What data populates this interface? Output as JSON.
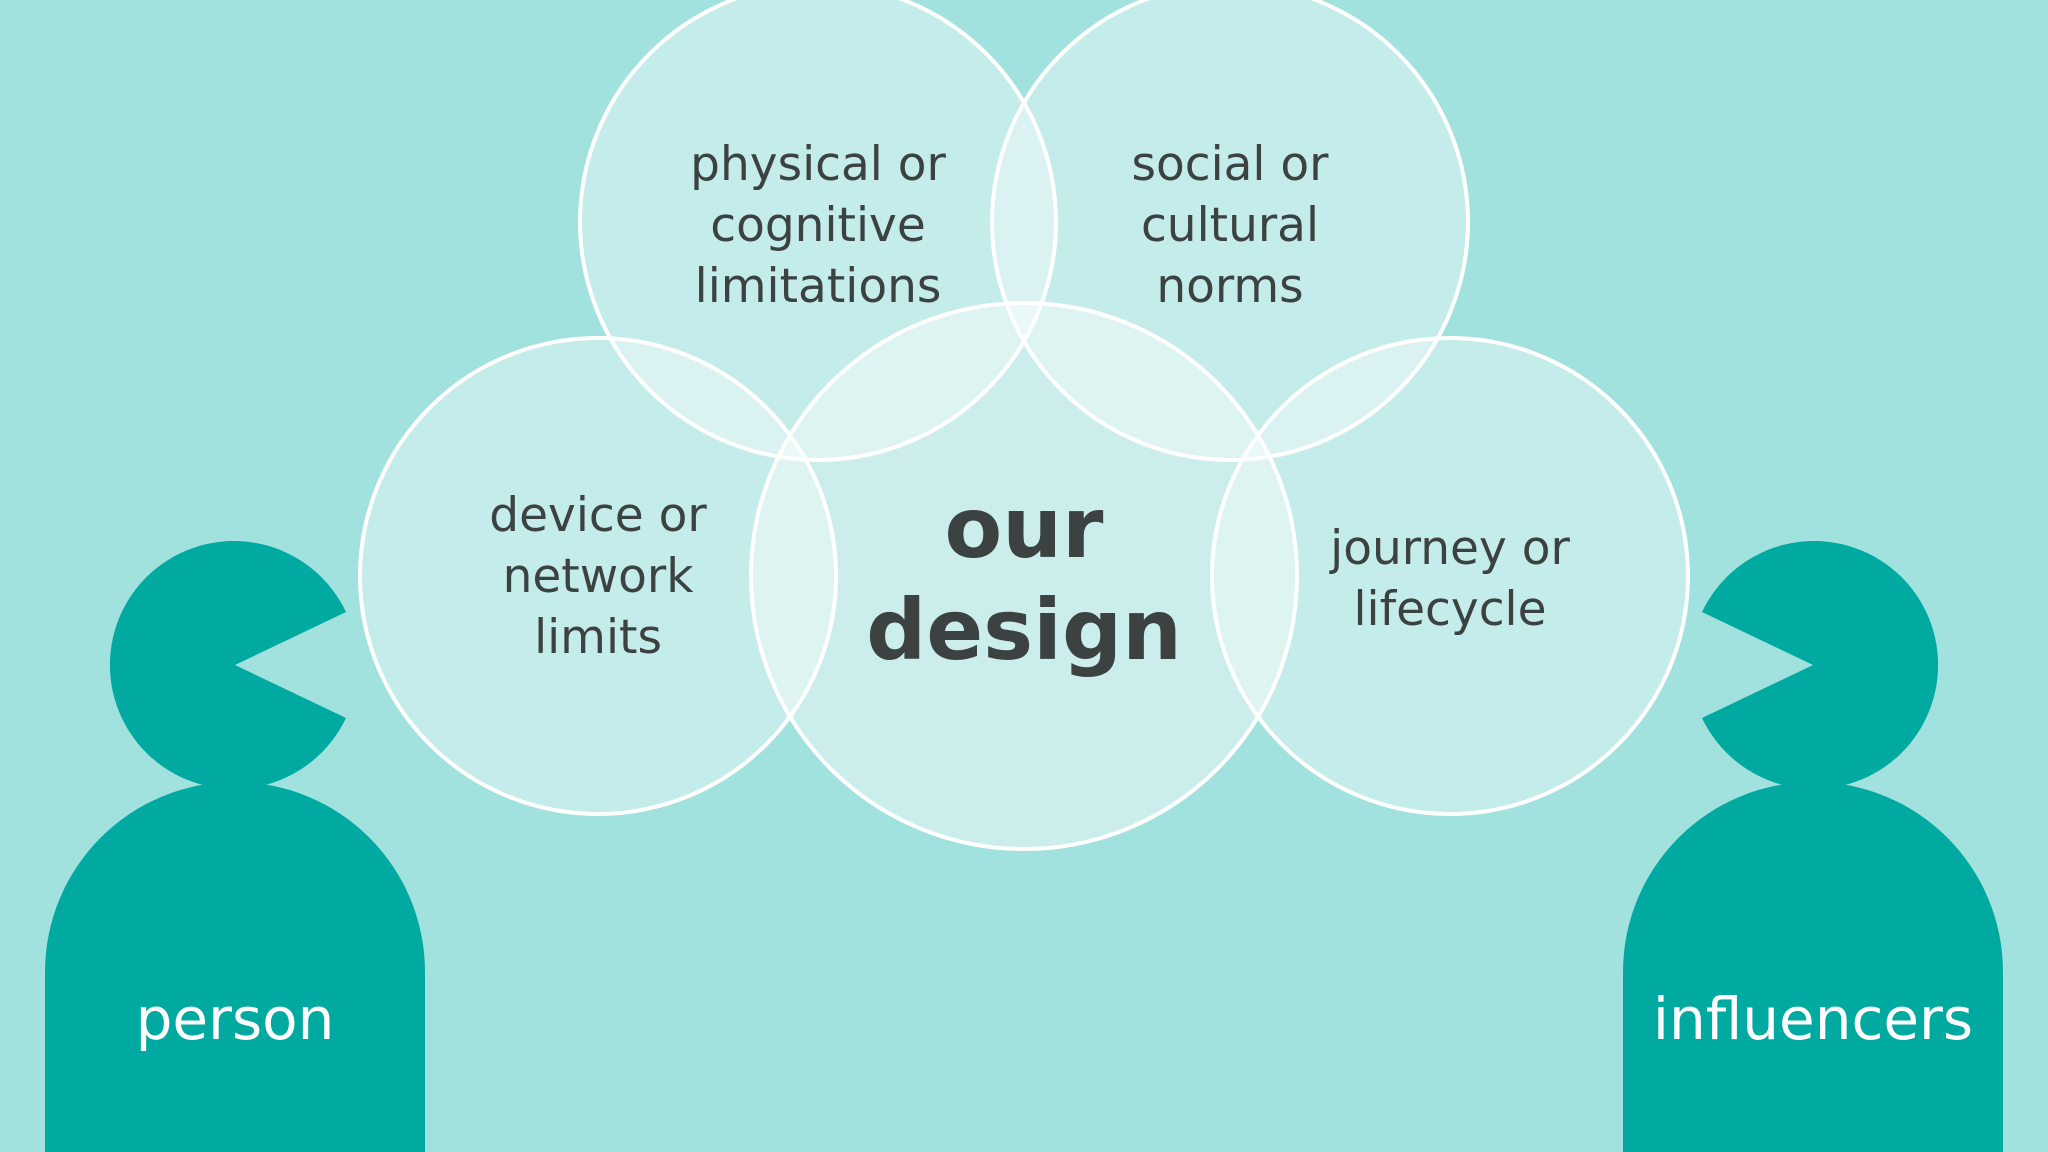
{
  "colors": {
    "background": "#a1e1de",
    "figure": "#00aaa1",
    "circle_fill": "#ffffff",
    "circle_stroke": "#ffffff",
    "text_dark": "#3c4242",
    "text_light": "#ffffff"
  },
  "circles": {
    "top_left": [
      "physical or",
      "cognitive",
      "limitations"
    ],
    "top_right": [
      "social or",
      "cultural",
      "norms"
    ],
    "left": [
      "device or",
      "network",
      "limits"
    ],
    "right": [
      "journey or",
      "lifecycle"
    ]
  },
  "center": [
    "our",
    "design"
  ],
  "figures": {
    "left_label": "person",
    "right_label": "influencers"
  }
}
